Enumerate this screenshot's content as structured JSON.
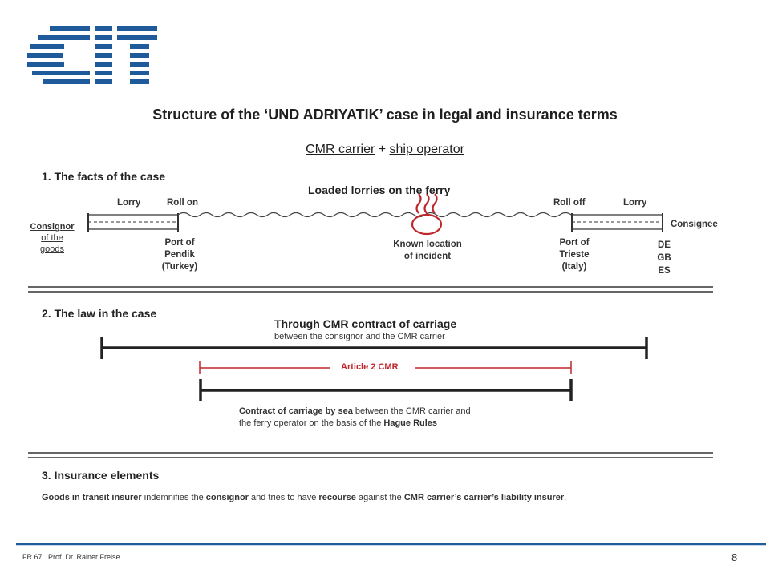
{
  "logo": {
    "text": "CIT",
    "color": "#1f5a9a"
  },
  "title": "Structure of the ‘UND ADRIYATIK’ case in legal and insurance terms",
  "subtitle": {
    "part1": "CMR carrier",
    "plus": " + ",
    "part2": "ship operator"
  },
  "section1": {
    "heading": "1. The facts of the case",
    "ferry_label": "Loaded lorries on the ferry",
    "lorry_left": "Lorry",
    "roll_on": "Roll on",
    "roll_off": "Roll off",
    "lorry_right": "Lorry",
    "consignor": [
      "Consignor",
      "of the",
      "goods"
    ],
    "consignee": "Consignee",
    "port_left": [
      "Port of",
      "Pendik",
      "(Turkey)"
    ],
    "incident": [
      "Known location",
      "of incident"
    ],
    "port_right": [
      "Port of",
      "Trieste",
      "(Italy)"
    ],
    "countries": [
      "DE",
      "GB",
      "ES"
    ]
  },
  "section2": {
    "heading": "2. The law in the case",
    "through_title": "Through CMR contract of carriage",
    "through_sub": "between the consignor and the CMR carrier",
    "article": "Article 2 CMR",
    "sea_line1": {
      "b1": "Contract of carriage by sea",
      "t1": " between the CMR carrier and"
    },
    "sea_line2": {
      "t1": "the ferry operator on the basis of the ",
      "b1": "Hague Rules"
    }
  },
  "section3": {
    "heading": "3. Insurance elements",
    "text": {
      "b1": "Goods in transit insurer",
      "t1": " indemnifies the ",
      "b2": "consignor",
      "t2": " and tries to have ",
      "b3": "recourse",
      "t3": " against the ",
      "b4": "CMR carrier’s carrier’s liability insurer",
      "t4": "."
    }
  },
  "footer": {
    "left": "FR 67   Prof. Dr. Rainer Freise",
    "page": "8"
  },
  "colors": {
    "accent_red": "#c0272d",
    "rule_blue": "#1f5a9a"
  }
}
